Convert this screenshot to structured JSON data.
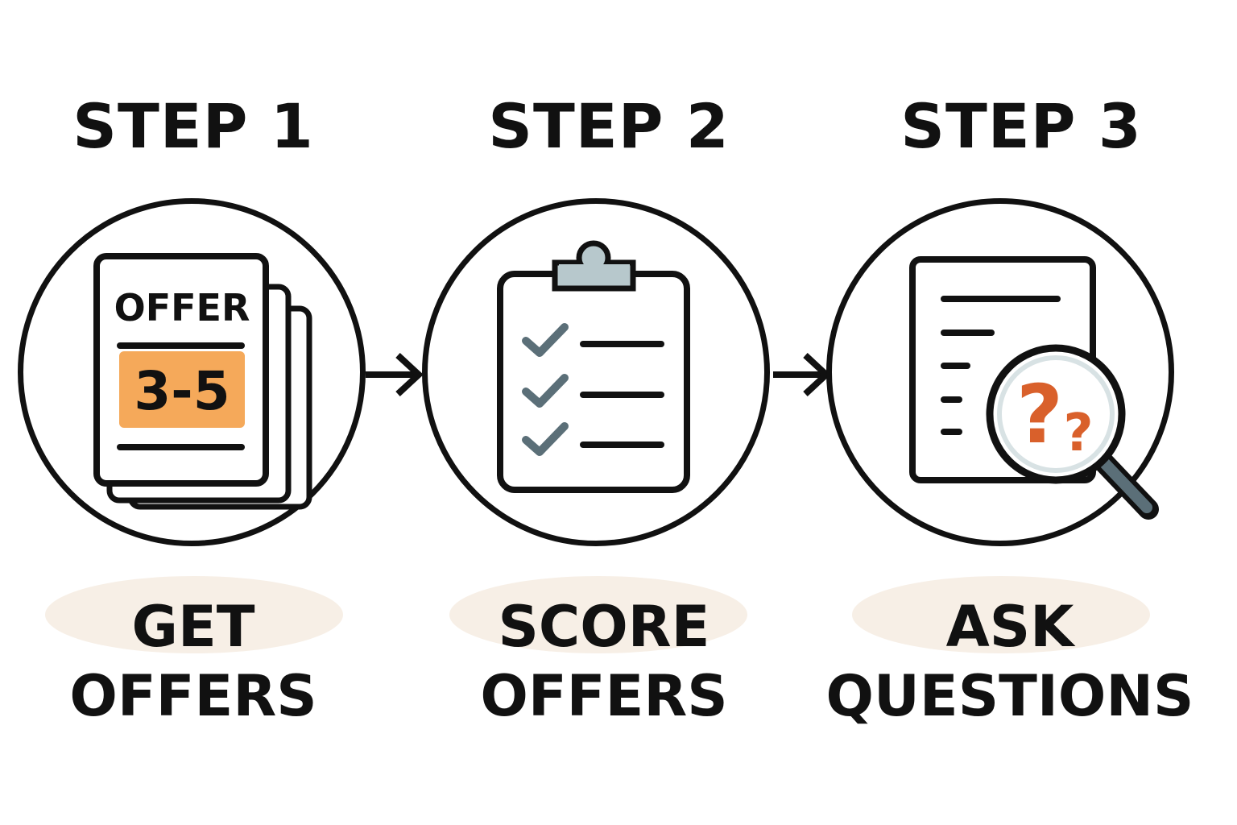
{
  "steps": [
    {
      "title": "STEP 1",
      "label_line1": "GET",
      "label_line2": "OFFERS",
      "icon": "stacked-offer-documents"
    },
    {
      "title": "STEP 2",
      "label_line1": "SCORE",
      "label_line2": "OFFERS",
      "icon": "clipboard-checklist"
    },
    {
      "title": "STEP 3",
      "label_line1": "ASK",
      "label_line2": "QUESTIONS",
      "icon": "document-magnifier-questions"
    }
  ],
  "icon_text": {
    "offer_heading": "OFFER",
    "offer_range": "3-5",
    "question_mark": "?"
  },
  "colors": {
    "outline": "#111111",
    "offer_badge": "#f5a95a",
    "checkmark": "#5b6f78",
    "clip": "#b7c8cc",
    "question": "#d9602b",
    "label_highlight": "#f7efe6"
  }
}
